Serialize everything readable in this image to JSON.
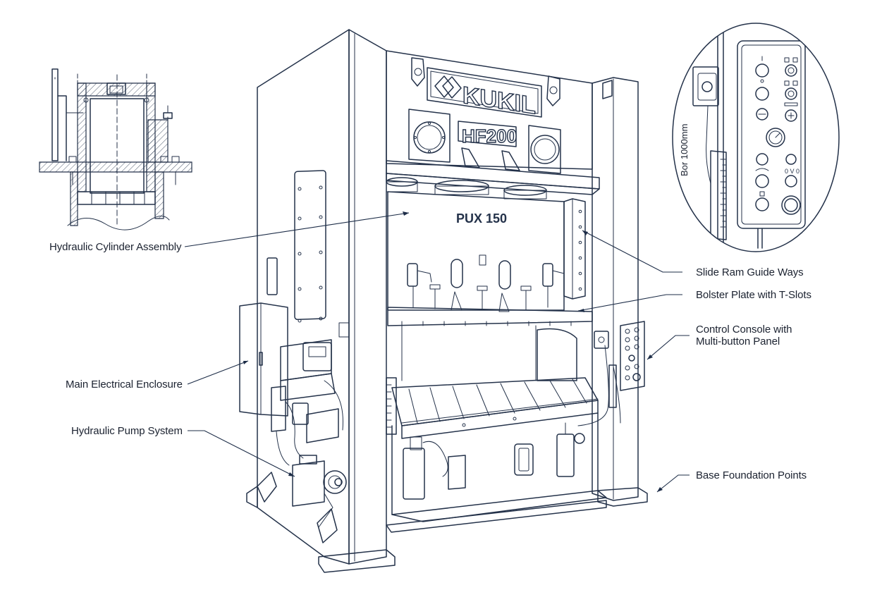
{
  "callouts": {
    "hydraulic_cylinder": "Hydraulic Cylinder Assembly",
    "slide_ram": "Slide Ram Guide Ways",
    "bolster_plate": "Bolster Plate with T-Slots",
    "control_console_line1": "Control Console with",
    "control_console_line2": "Multi-button Panel",
    "electrical_enclosure": "Main Electrical Enclosure",
    "pump_system": "Hydraulic Pump System",
    "base_foundation": "Base Foundation Points"
  },
  "machine_markings": {
    "brand": "KUKIL",
    "model_plate": "HF200",
    "slide_plate": "PUX 150",
    "scale_label": "Bor 1000mm"
  },
  "colors": {
    "line": "#24324a",
    "leader": "#1c2c47",
    "text": "#1b2230",
    "background": "#ffffff"
  },
  "icons": {
    "brand_logo": "kukil-diamond-logo-icon",
    "pressure_gauge": "pressure-gauge-icon",
    "emergency_stop": "emergency-stop-button-icon"
  }
}
